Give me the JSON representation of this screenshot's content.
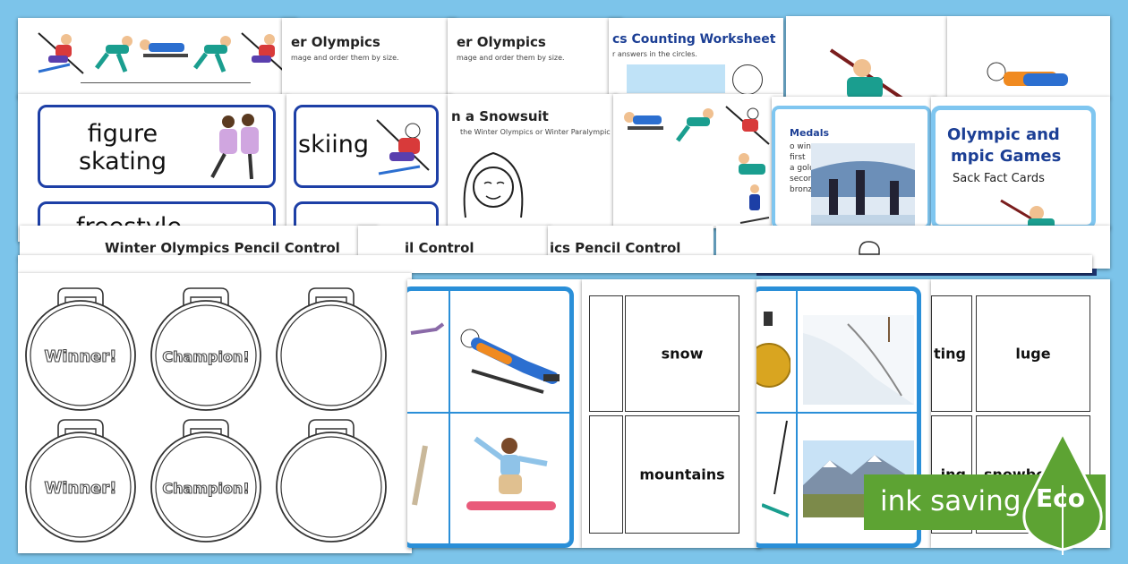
{
  "colors": {
    "background": "#7cc4ea",
    "card_border_blue": "#1d3fa6",
    "frame_blue": "#2a8fd8",
    "eco_green": "#5da333"
  },
  "sheets": {
    "order_size_1": {
      "title": "er Olympics",
      "subtitle": "mage and order them by size."
    },
    "order_size_2": {
      "title": "er Olympics",
      "subtitle": "mage and order them by size."
    },
    "counting": {
      "title": "cs Counting Worksheet",
      "subtitle": "r answers in the circles."
    },
    "snowsuit": {
      "title": "n a Snowsuit",
      "subtitle": "the Winter Olympics or Winter Paralympic"
    },
    "medals": {
      "title": "Medals",
      "lines": [
        "o win",
        "first",
        "a gold",
        "second",
        "bronze"
      ]
    },
    "fact_cards": {
      "title_1": "Olympic and",
      "title_2": "mpic Games",
      "subtitle": "Sack Fact Cards"
    },
    "pencil_1": {
      "title": "Winter Olympics Pencil Control"
    },
    "pencil_2": {
      "title": "il Control"
    },
    "pencil_3": {
      "title": "ics Pencil Control"
    }
  },
  "word_cards": {
    "figure_skating": {
      "line1": "figure",
      "line2": "skating"
    },
    "skiing": {
      "label": "skiing"
    },
    "freestyle": {
      "label": "freestyle"
    }
  },
  "medals": [
    {
      "text": "Winner!"
    },
    {
      "text": "Champion!"
    },
    {
      "text": ""
    },
    {
      "text": "Winner!"
    },
    {
      "text": "Champion!"
    },
    {
      "text": ""
    }
  ],
  "grid_words": {
    "snow": "snow",
    "mountains": "mountains",
    "skating": "ting",
    "luge": "luge",
    "skiing_cut": "ing",
    "snowboard_cut": "snowbo"
  },
  "badge": {
    "text": "ink saving",
    "eco": "Eco"
  },
  "icons": {
    "skier": "skier-figure-icon",
    "luge": "luge-rider-figure-icon",
    "snowboarder": "snowboarder-figure-icon",
    "skaters": "figure-skaters-icon",
    "eco_drop": "eco-leaf-drop-icon"
  }
}
